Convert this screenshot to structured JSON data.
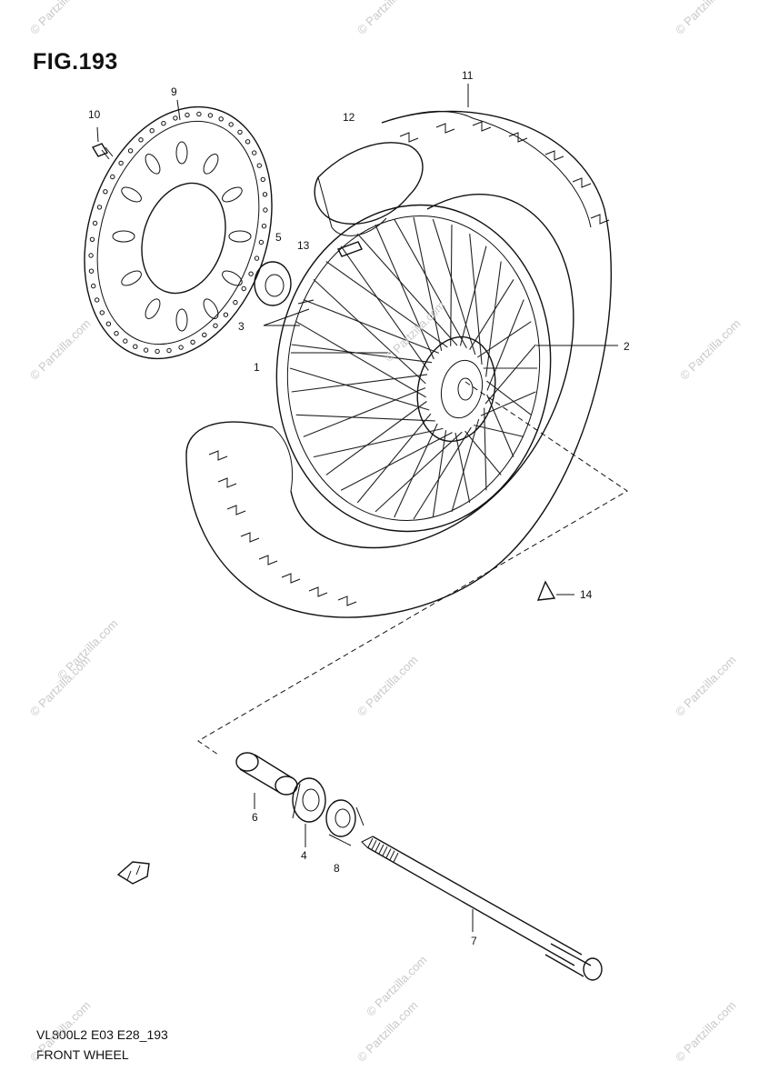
{
  "figure": {
    "title": "FIG.193"
  },
  "callouts": {
    "c1": "1",
    "c2": "2",
    "c3": "3",
    "c4": "4",
    "c5": "5",
    "c6": "6",
    "c7": "7",
    "c8": "8",
    "c9": "9",
    "c10": "10",
    "c11": "11",
    "c12": "12",
    "c13": "13",
    "c14": "14"
  },
  "footer": {
    "model_code": "VL800L2 E03 E28_193",
    "caption": "FRONT WHEEL"
  },
  "watermark": {
    "text": "© Partzilla.com"
  },
  "colors": {
    "line": "#111111",
    "watermark": "#c9c9c9",
    "background": "#ffffff"
  }
}
